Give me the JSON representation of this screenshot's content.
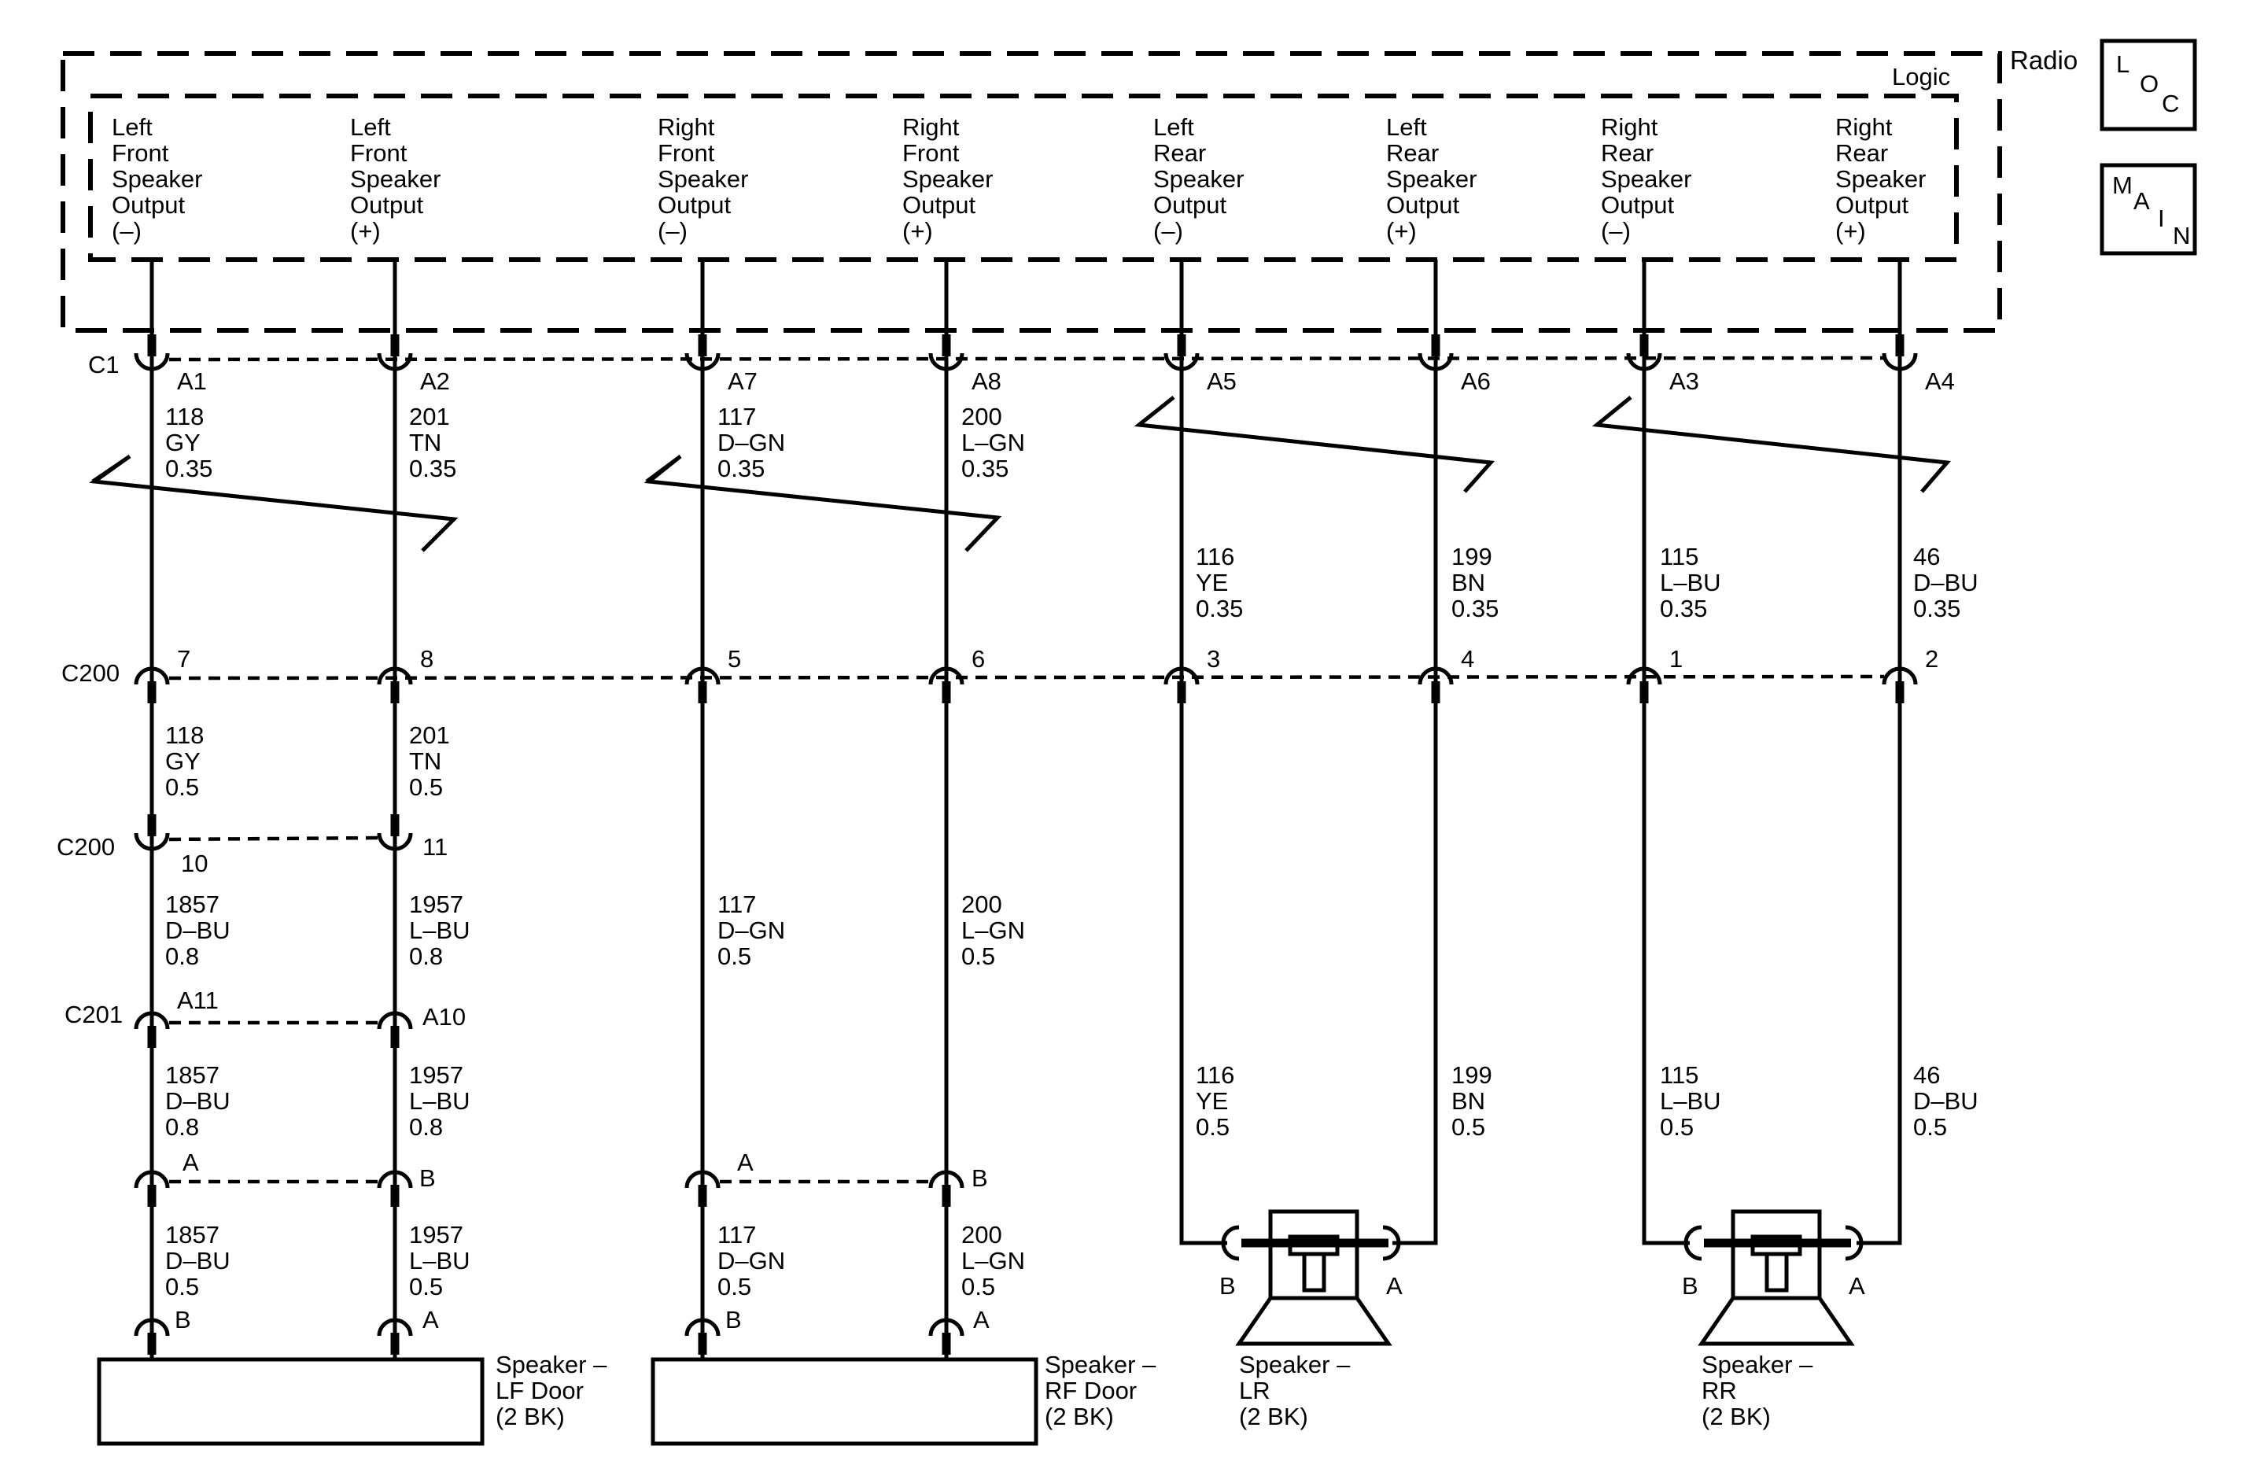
{
  "radio": {
    "label": "Radio",
    "logic_label": "Logic",
    "outputs": [
      {
        "side": "Left",
        "pos": "Front",
        "l3": "Speaker",
        "l4": "Output",
        "pol": "(–)"
      },
      {
        "side": "Left",
        "pos": "Front",
        "l3": "Speaker",
        "l4": "Output",
        "pol": "(+)"
      },
      {
        "side": "Right",
        "pos": "Front",
        "l3": "Speaker",
        "l4": "Output",
        "pol": "(–)"
      },
      {
        "side": "Right",
        "pos": "Front",
        "l3": "Speaker",
        "l4": "Output",
        "pol": "(+)"
      },
      {
        "side": "Left",
        "pos": "Rear",
        "l3": "Speaker",
        "l4": "Output",
        "pol": "(–)"
      },
      {
        "side": "Left",
        "pos": "Rear",
        "l3": "Speaker",
        "l4": "Output",
        "pol": "(+)"
      },
      {
        "side": "Right",
        "pos": "Rear",
        "l3": "Speaker",
        "l4": "Output",
        "pol": "(–)"
      },
      {
        "side": "Right",
        "pos": "Rear",
        "l3": "Speaker",
        "l4": "Output",
        "pol": "(+)"
      }
    ]
  },
  "badges": {
    "loc": [
      "L",
      "O",
      "C"
    ],
    "main": [
      "M",
      "A",
      "I",
      "N"
    ]
  },
  "connectors": {
    "c1": "C1",
    "c200_top": "C200",
    "c200_bottom": "C200",
    "c201": "C201"
  },
  "c1_pins": [
    "A1",
    "A2",
    "A7",
    "A8",
    "A5",
    "A6",
    "A3",
    "A4"
  ],
  "c200_pins": [
    "7",
    "8",
    "5",
    "6",
    "3",
    "4",
    "1",
    "2"
  ],
  "c200b_pins": [
    "10",
    "11"
  ],
  "c201_pins": [
    "A11",
    "A10"
  ],
  "door_pins": [
    "A",
    "B",
    "A",
    "B"
  ],
  "speaker_pins": [
    "B",
    "A",
    "B",
    "A",
    "B",
    "A",
    "B",
    "A"
  ],
  "wires_upper": [
    [
      "118",
      "GY",
      "0.35"
    ],
    [
      "201",
      "TN",
      "0.35"
    ],
    [
      "117",
      "D–GN",
      "0.35"
    ],
    [
      "200",
      "L–GN",
      "0.35"
    ],
    [
      "116",
      "YE",
      "0.35"
    ],
    [
      "199",
      "BN",
      "0.35"
    ],
    [
      "115",
      "L–BU",
      "0.35"
    ],
    [
      "46",
      "D–BU",
      "0.35"
    ]
  ],
  "wires_c200_lf": [
    [
      "118",
      "GY",
      "0.5"
    ],
    [
      "201",
      "TN",
      "0.5"
    ]
  ],
  "wires_c201_lf": [
    [
      "1857",
      "D–BU",
      "0.8"
    ],
    [
      "1957",
      "L–BU",
      "0.8"
    ]
  ],
  "wires_door_lf": [
    [
      "1857",
      "D–BU",
      "0.8"
    ],
    [
      "1957",
      "L–BU",
      "0.8"
    ]
  ],
  "wires_spk_lf": [
    [
      "1857",
      "D–BU",
      "0.5"
    ],
    [
      "1957",
      "L–BU",
      "0.5"
    ]
  ],
  "wires_rf_mid": [
    [
      "117",
      "D–GN",
      "0.5"
    ],
    [
      "200",
      "L–GN",
      "0.5"
    ]
  ],
  "wires_rf_low": [
    [
      "117",
      "D–GN",
      "0.5"
    ],
    [
      "200",
      "L–GN",
      "0.5"
    ]
  ],
  "wires_rear": [
    [
      "116",
      "YE",
      "0.5"
    ],
    [
      "199",
      "BN",
      "0.5"
    ],
    [
      "115",
      "L–BU",
      "0.5"
    ],
    [
      "46",
      "D–BU",
      "0.5"
    ]
  ],
  "speakers": {
    "lf": [
      "Speaker –",
      "LF Door",
      "(2 BK)"
    ],
    "rf": [
      "Speaker –",
      "RF Door",
      "(2 BK)"
    ],
    "lr": [
      "Speaker –",
      "LR",
      "(2 BK)"
    ],
    "rr": [
      "Speaker –",
      "RR",
      "(2 BK)"
    ]
  }
}
